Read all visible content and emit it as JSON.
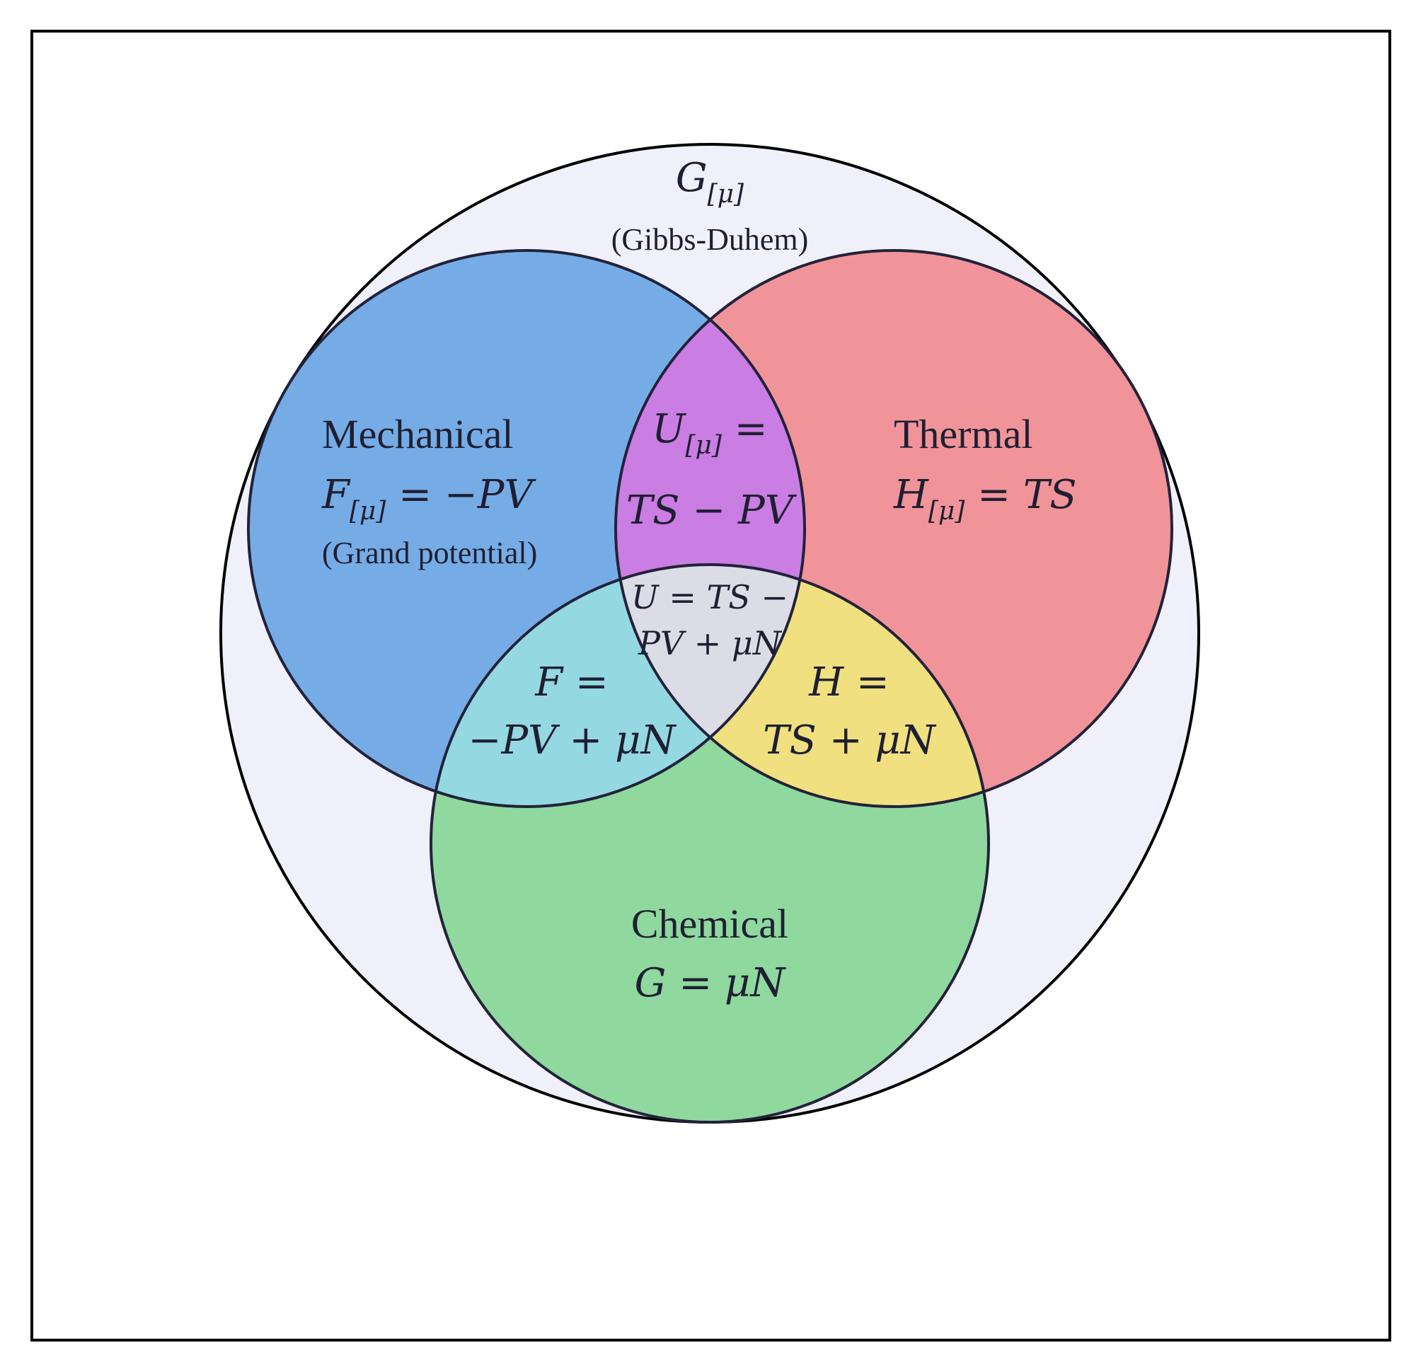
{
  "colors": {
    "outer_fill": "#eff0fa",
    "mechanical": "#76ace5",
    "thermal": "#f0949a",
    "chemical": "#8fd89e",
    "mech_thermal": "#ca7de2",
    "mech_chem": "#94d8e2",
    "therm_chem": "#f0e07f",
    "all_three": "#dcdce6",
    "stroke": "#22223a"
  },
  "outer": {
    "symbol": "G",
    "subscript": "[μ]",
    "note": "(Gibbs-Duhem)"
  },
  "mechanical": {
    "name": "Mechanical",
    "symbol": "F",
    "subscript": "[μ]",
    "rhs": " = −PV",
    "note": "(Grand potential)"
  },
  "thermal": {
    "name": "Thermal",
    "symbol": "H",
    "subscript": "[μ]",
    "rhs": " = TS"
  },
  "chemical": {
    "name": "Chemical",
    "equation": "G = μN"
  },
  "mech_thermal": {
    "symbol": "U",
    "subscript": "[μ]",
    "rhs": " =",
    "line2": "TS − PV"
  },
  "mech_chem": {
    "line1": "F =",
    "line2": "−PV + μN"
  },
  "therm_chem": {
    "line1": "H =",
    "line2": "TS + μN"
  },
  "all_three": {
    "line1": "U = TS −",
    "line2": "PV + μN"
  }
}
